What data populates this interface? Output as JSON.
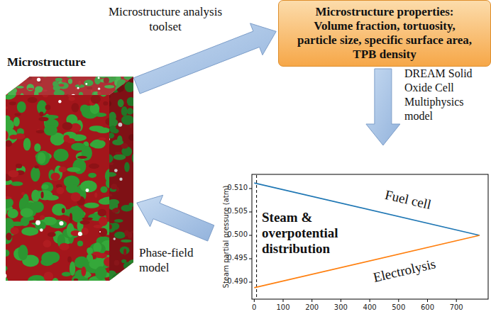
{
  "diagram": {
    "nodes": [
      {
        "text": [
          "Microstructure"
        ]
      },
      {
        "text": [
          "Microstructure properties: Volume fraction, tortuosity, particle size, specific surface area, TPB density"
        ]
      },
      {
        "text": [
          "Steam & overpotential distribution"
        ]
      }
    ],
    "edges": [
      {
        "from": 0,
        "to": 1,
        "arrow": "to",
        "label": "Microstructure analysis toolset"
      },
      {
        "from": 1,
        "to": 2,
        "arrow": "to",
        "label": "DREAM Solid Oxide Cell Multiphysics model"
      },
      {
        "from": 2,
        "to": 0,
        "arrow": "to",
        "label": "Phase-field model"
      }
    ],
    "labels": [
      "Steam partial pressure (atm)",
      "0.510",
      "0.505",
      "0.500",
      "0.495",
      "0.490",
      "0",
      "100",
      "200",
      "300",
      "400",
      "500",
      "600",
      "700",
      "Fuel cell",
      "Electrolysis"
    ]
  }
}
